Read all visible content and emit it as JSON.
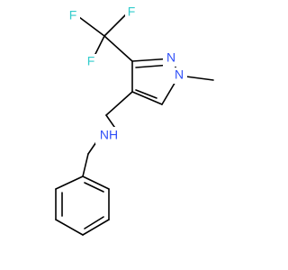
{
  "molecule": {
    "atoms": {
      "F1": {
        "label": "F"
      },
      "F2": {
        "label": "F"
      },
      "F3": {
        "label": "F"
      },
      "N_ring": {
        "label": "N"
      },
      "N_methyl": {
        "label": "N"
      },
      "NH": {
        "label": "NH"
      }
    },
    "colors": {
      "bond": "#000000",
      "fluorine": "#33cccc",
      "nitrogen": "#3050f8",
      "label_halo": "#ffffff"
    }
  }
}
